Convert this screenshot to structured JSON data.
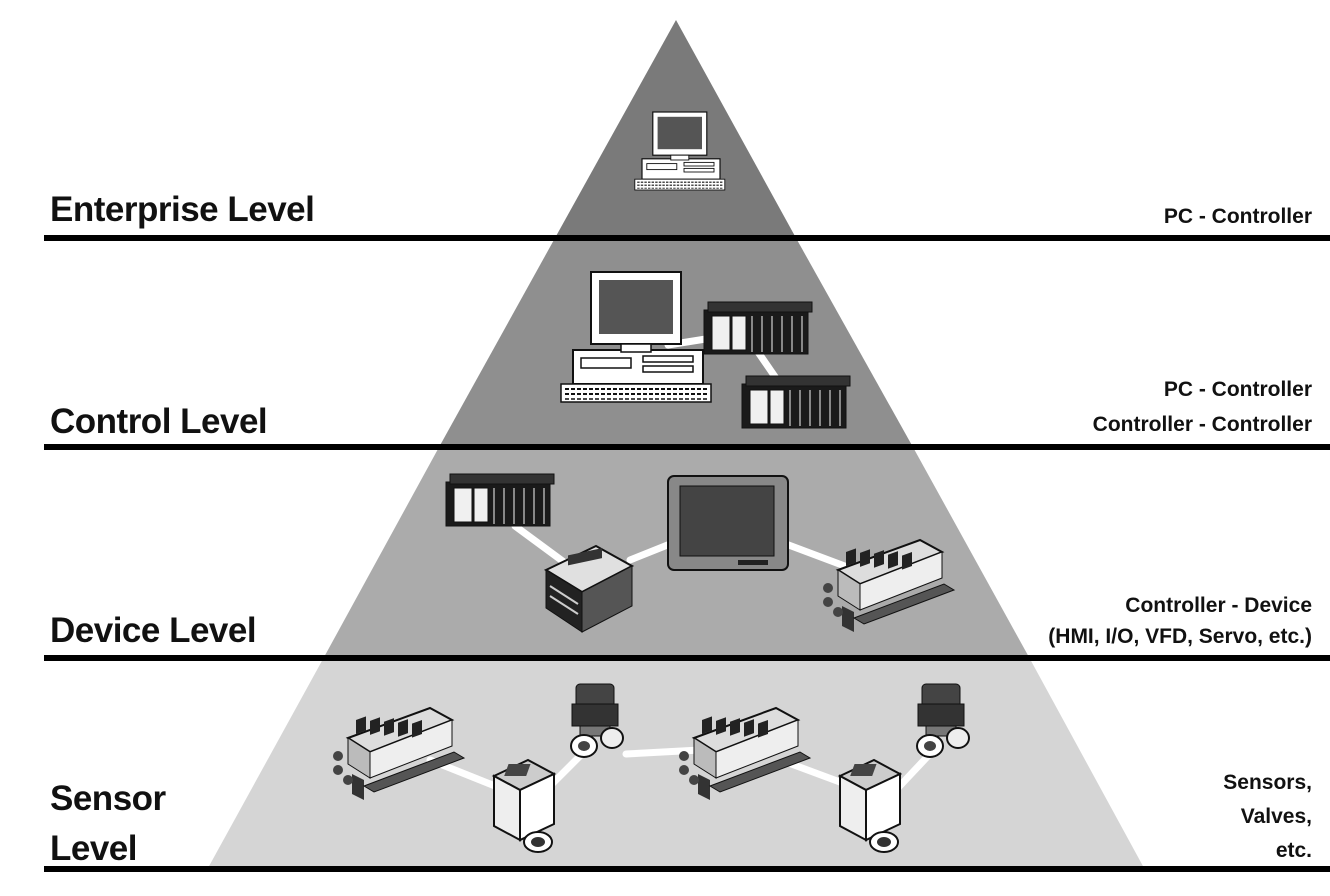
{
  "levels": [
    {
      "id": "enterprise",
      "title_lines": [
        "Enterprise Level"
      ],
      "desc_lines": [
        "PC - Controller"
      ],
      "icons": [
        "pc-icon"
      ]
    },
    {
      "id": "control",
      "title_lines": [
        "Control Level"
      ],
      "desc_lines": [
        "PC - Controller",
        "Controller - Controller"
      ],
      "icons": [
        "pc-icon",
        "plc-rack-icon",
        "plc-rack-icon"
      ]
    },
    {
      "id": "device",
      "title_lines": [
        "Device Level"
      ],
      "desc_lines": [
        "Controller - Device",
        "(HMI, I/O, VFD, Servo, etc.)"
      ],
      "icons": [
        "plc-rack-icon",
        "controller-module-icon",
        "hmi-panel-icon",
        "valve-manifold-icon"
      ]
    },
    {
      "id": "sensor",
      "title_lines": [
        "Sensor",
        "Level"
      ],
      "desc_lines": [
        "Sensors,",
        "Valves,",
        "etc."
      ],
      "icons": [
        "valve-manifold-icon",
        "proximity-sensor-icon",
        "solenoid-valve-icon",
        "valve-manifold-icon",
        "proximity-sensor-icon",
        "solenoid-valve-icon"
      ]
    }
  ],
  "colors": {
    "enterprise_fill": "#7a7a7a",
    "control_fill": "#8f8f8f",
    "device_fill": "#ababab",
    "sensor_fill": "#d5d5d5",
    "divider": "#000000",
    "network_link": "#ffffff"
  }
}
